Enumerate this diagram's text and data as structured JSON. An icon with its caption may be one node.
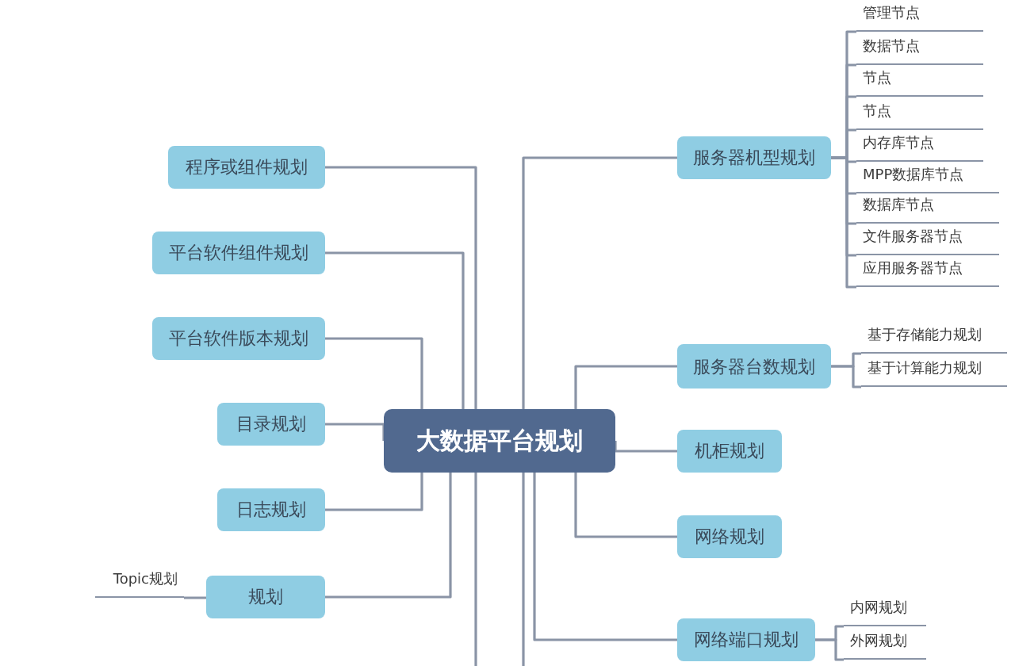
{
  "diagram": {
    "nodes": [
      {
        "text": [
          "大数据平台规划"
        ]
      },
      {
        "text": [
          "服务器机型规划"
        ]
      },
      {
        "text": [
          "管理节点"
        ]
      },
      {
        "text": [
          "数据节点"
        ]
      },
      {
        "text": [
          "节点"
        ]
      },
      {
        "text": [
          "节点"
        ]
      },
      {
        "text": [
          "内存库节点"
        ]
      },
      {
        "text": [
          "MPP数据库节点"
        ]
      },
      {
        "text": [
          "数据库节点"
        ]
      },
      {
        "text": [
          "文件服务器节点"
        ]
      },
      {
        "text": [
          "应用服务器节点"
        ]
      },
      {
        "text": [
          "服务器台数规划"
        ]
      },
      {
        "text": [
          "基于存储能力规划"
        ]
      },
      {
        "text": [
          "基于计算能力规划"
        ]
      },
      {
        "text": [
          "机柜规划"
        ]
      },
      {
        "text": [
          "网络规划"
        ]
      },
      {
        "text": [
          "网络端口规划"
        ]
      },
      {
        "text": [
          "内网规划"
        ]
      },
      {
        "text": [
          "外网规划"
        ]
      },
      {
        "text": [
          "程序或组件规划"
        ]
      },
      {
        "text": [
          "平台软件组件规划"
        ]
      },
      {
        "text": [
          "平台软件版本规划"
        ]
      },
      {
        "text": [
          "目录规划"
        ]
      },
      {
        "text": [
          "日志规划"
        ]
      },
      {
        "text": [
          "规划"
        ]
      },
      {
        "text": [
          "Topic规划"
        ]
      }
    ],
    "edges": [
      {
        "from": 0,
        "to": 1,
        "arrow": "none"
      },
      {
        "from": 1,
        "to": 2,
        "arrow": "none"
      },
      {
        "from": 1,
        "to": 3,
        "arrow": "none"
      },
      {
        "from": 1,
        "to": 4,
        "arrow": "none"
      },
      {
        "from": 1,
        "to": 5,
        "arrow": "none"
      },
      {
        "from": 1,
        "to": 6,
        "arrow": "none"
      },
      {
        "from": 1,
        "to": 7,
        "arrow": "none"
      },
      {
        "from": 1,
        "to": 8,
        "arrow": "none"
      },
      {
        "from": 1,
        "to": 9,
        "arrow": "none"
      },
      {
        "from": 1,
        "to": 10,
        "arrow": "none"
      },
      {
        "from": 0,
        "to": 11,
        "arrow": "none"
      },
      {
        "from": 11,
        "to": 12,
        "arrow": "none"
      },
      {
        "from": 11,
        "to": 13,
        "arrow": "none"
      },
      {
        "from": 0,
        "to": 14,
        "arrow": "none"
      },
      {
        "from": 0,
        "to": 15,
        "arrow": "none"
      },
      {
        "from": 0,
        "to": 16,
        "arrow": "none"
      },
      {
        "from": 16,
        "to": 17,
        "arrow": "none"
      },
      {
        "from": 16,
        "to": 18,
        "arrow": "none"
      },
      {
        "from": 0,
        "to": 19,
        "arrow": "none"
      },
      {
        "from": 0,
        "to": 20,
        "arrow": "none"
      },
      {
        "from": 0,
        "to": 21,
        "arrow": "none"
      },
      {
        "from": 0,
        "to": 22,
        "arrow": "none"
      },
      {
        "from": 0,
        "to": 23,
        "arrow": "none"
      },
      {
        "from": 0,
        "to": 24,
        "arrow": "none"
      },
      {
        "from": 24,
        "to": 25,
        "arrow": "none"
      },
      {
        "from": 0,
        "to": null,
        "arrow": "none"
      },
      {
        "from": 0,
        "to": null,
        "arrow": "none"
      }
    ]
  }
}
